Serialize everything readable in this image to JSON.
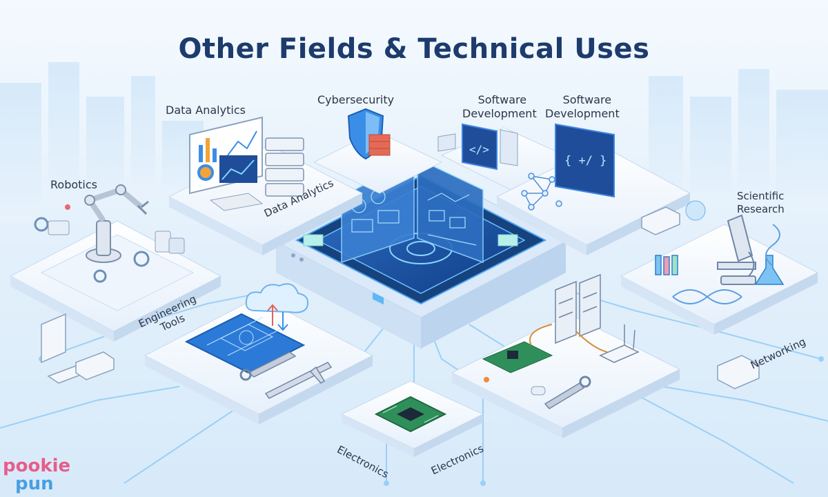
{
  "header": {
    "title": "Other Fields & Technical Uses"
  },
  "labels": {
    "robotics": "Robotics",
    "data_analytics_top": "Data Analytics",
    "data_analytics_board": "Data Analytics",
    "cybersecurity": "Cybersecurity",
    "software_dev_1_line1": "Software",
    "software_dev_1_line2": "Development",
    "software_dev_2_line1": "Software",
    "software_dev_2_line2": "Development",
    "scientific_line1": "Scientific",
    "scientific_line2": "Research",
    "engineering_line1": "Engineering",
    "engineering_line2": "Tools",
    "networking": "Networking",
    "electronics_left": "Electronics",
    "electronics_right": "Electronics"
  },
  "screen_text": {
    "code_tag": "</>",
    "code_braces": "{ +/ }"
  },
  "logo": {
    "line1": "pookie",
    "line2": "pun"
  },
  "colors": {
    "background": "#eaf4fc",
    "title": "#1d3b6c",
    "accent": "#3b8ee8",
    "platform": "#f7fbff",
    "circuit": "#7cc0f5"
  },
  "icons": [
    "robot-arm-icon",
    "gear-icon",
    "monitor-chart-icon",
    "server-icon",
    "shield-icon",
    "firewall-icon",
    "code-window-icon",
    "neural-network-icon",
    "microscope-icon",
    "dna-icon",
    "flask-icon",
    "blueprint-icon",
    "wrench-icon",
    "caliper-icon",
    "cloud-sync-icon",
    "microchip-icon",
    "router-icon",
    "circuit-board-icon"
  ]
}
